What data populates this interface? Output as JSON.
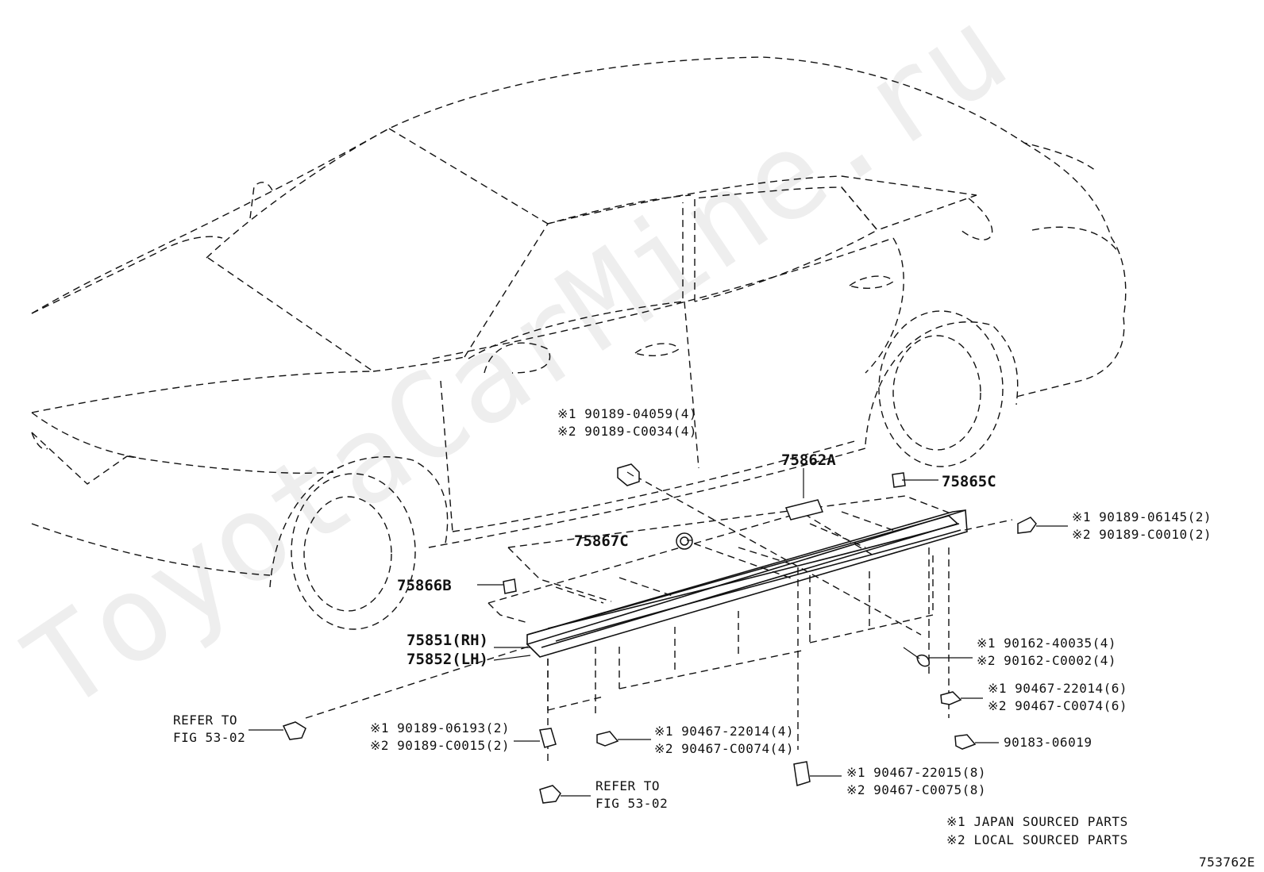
{
  "watermark": "ToyotaCarMine.ru",
  "figure_code": "753762E",
  "notes": [
    "※1 JAPAN SOURCED PARTS",
    "※2 LOCAL SOURCED PARTS"
  ],
  "callouts": {
    "c04059": [
      "※1 90189-04059(4)",
      "※2 90189-C0034(4)"
    ],
    "p75862A": "75862A",
    "p75865C": "75865C",
    "c06145": [
      "※1 90189-06145(2)",
      "※2 90189-C0010(2)"
    ],
    "p75867C": "75867C",
    "p75866B": "75866B",
    "p75851": [
      "75851(RH)",
      "75852(LH)"
    ],
    "c40035": [
      "※1 90162-40035(4)",
      "※2 90162-C0002(4)"
    ],
    "c22014r": [
      "※1 90467-22014(6)",
      "※2 90467-C0074(6)"
    ],
    "refer1": [
      "REFER TO",
      "FIG 53-02"
    ],
    "c06193": [
      "※1 90189-06193(2)",
      "※2 90189-C0015(2)"
    ],
    "c22014m": [
      "※1 90467-22014(4)",
      "※2 90467-C0074(4)"
    ],
    "c06019": "90183-06019",
    "c22015": [
      "※1 90467-22015(8)",
      "※2 90467-C0075(8)"
    ],
    "refer2": [
      "REFER TO",
      "FIG 53-02"
    ]
  }
}
